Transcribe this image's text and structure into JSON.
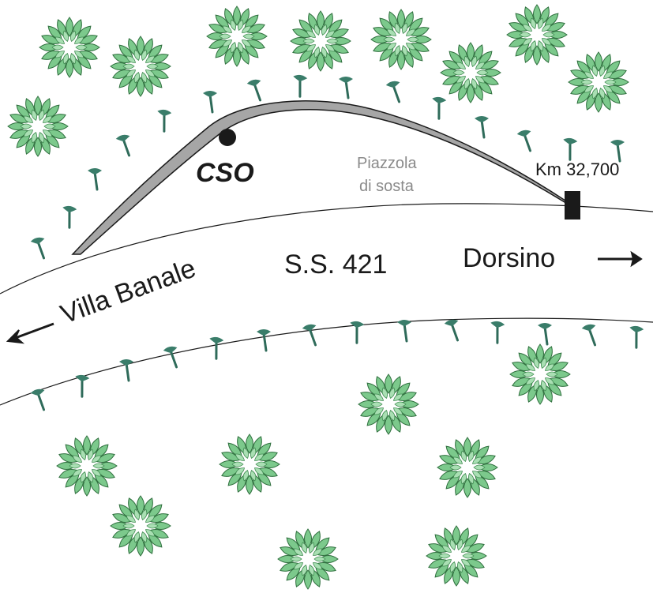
{
  "labels": {
    "road_name": "S.S. 421",
    "left_destination": "Villa Banale",
    "right_destination": "Dorsino",
    "marker": "CSO",
    "rest_area_line1": "Piazzola",
    "rest_area_line2": "di sosta",
    "kilometer": "Km 32,700"
  },
  "icons": {
    "tree": "bush-icon",
    "pine": "pine-tree-icon",
    "point": "point-marker-icon",
    "arrow_left": "arrow-left-icon",
    "arrow_right": "arrow-right-icon",
    "kilometer_post": "kilometer-post-icon"
  },
  "colors": {
    "tree_fill": "#7cc98c",
    "tree_stroke": "#2f6f3e",
    "pine": "#3a7d6a",
    "bypass_fill": "#a6a6a6",
    "road_line": "#1a1a1a",
    "rest_area_text": "#8a8a8a"
  }
}
